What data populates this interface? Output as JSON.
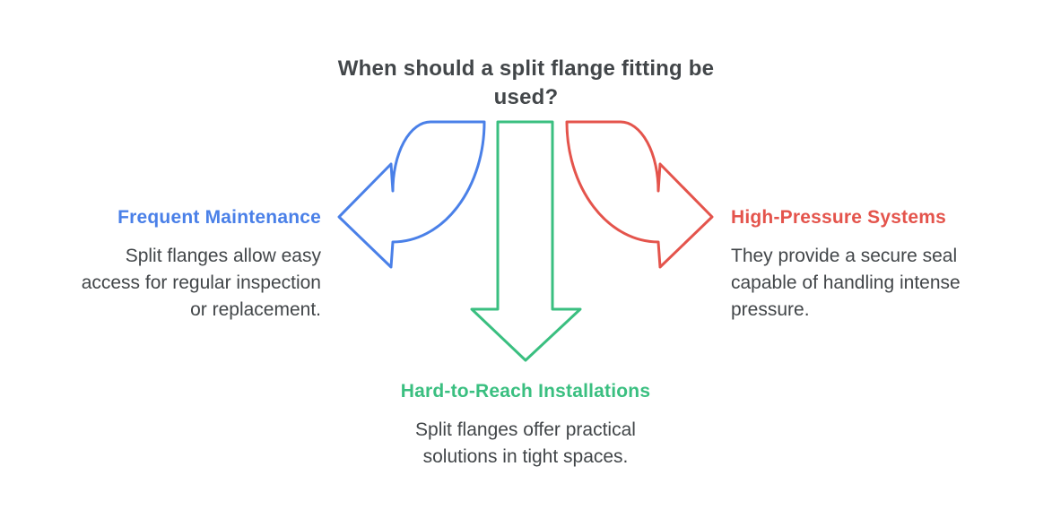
{
  "title": {
    "lines": [
      "When should a split flange fitting be",
      "used?"
    ]
  },
  "colors": {
    "blue": "#4a80e8",
    "green": "#3abf80",
    "red": "#e4544c",
    "text": "#424649"
  },
  "icons": {
    "left": "curved-arrow-left",
    "down": "arrow-down",
    "right": "curved-arrow-right"
  },
  "branches": {
    "left": {
      "heading": "Frequent Maintenance",
      "lines": [
        "Split flanges allow easy",
        "access for regular inspection",
        "or replacement."
      ]
    },
    "bottom": {
      "heading": "Hard-to-Reach Installations",
      "lines": [
        "Split flanges offer practical",
        "solutions in tight spaces."
      ]
    },
    "right": {
      "heading": "High-Pressure Systems",
      "lines": [
        "They provide a secure seal",
        "capable of handling intense",
        "pressure."
      ]
    }
  }
}
